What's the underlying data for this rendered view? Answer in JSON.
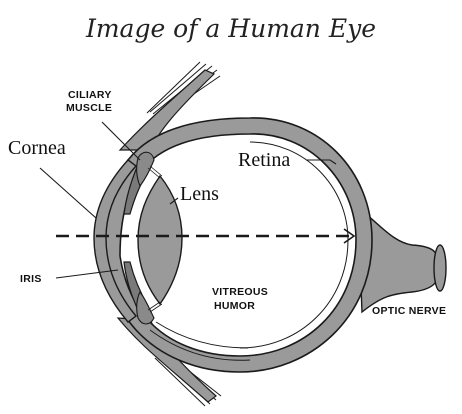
{
  "title": "Image of a Human Eye",
  "labels": {
    "ciliary_muscle": [
      "CILIARY",
      "MUSCLE"
    ],
    "cornea": "Cornea",
    "lens": "Lens",
    "retina": "Retina",
    "iris": "IRIS",
    "vitreous_humor": [
      "VITREOUS",
      "HUMOR"
    ],
    "optic_nerve": "OPTIC NERVE"
  },
  "colors": {
    "tissue": "#9a9a9a",
    "tissue_dark": "#6f6f6f",
    "outline": "#1a1a1a",
    "background": "#ffffff"
  }
}
